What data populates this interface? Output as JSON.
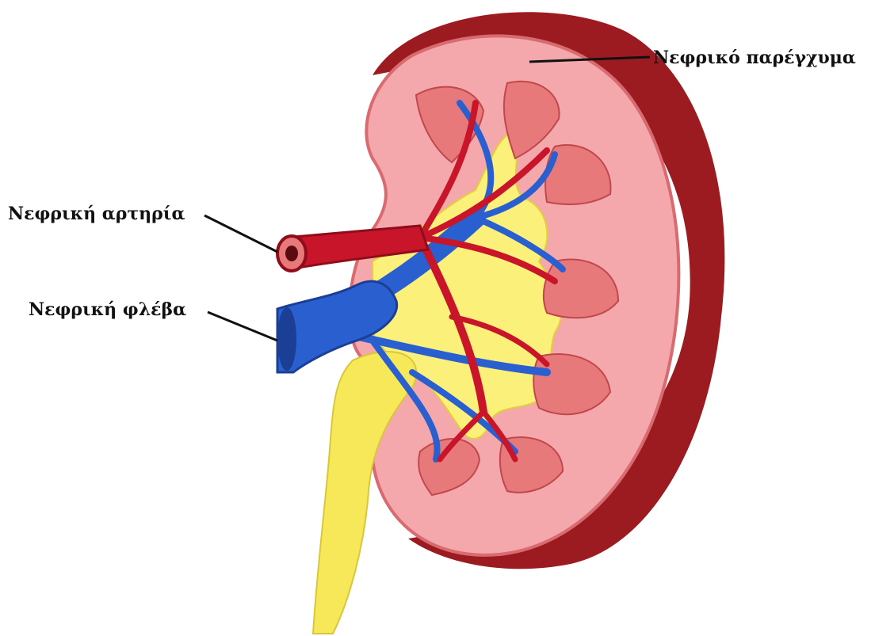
{
  "labels": {
    "parenchyma": "Νεφρικό παρέγχυμα",
    "artery": "Νεφρική αρτηρία",
    "vein": "Νεφρική φλέβα"
  },
  "colors": {
    "background": "#ffffff",
    "capsule": "#9b1b20",
    "cortex": "#f4a8ab",
    "pyramid": "#e8797b",
    "pelvis": "#fbf07a",
    "ureter": "#f7e85a",
    "artery": "#c8152a",
    "vein": "#2a5fd0",
    "leader_line": "#111111"
  }
}
